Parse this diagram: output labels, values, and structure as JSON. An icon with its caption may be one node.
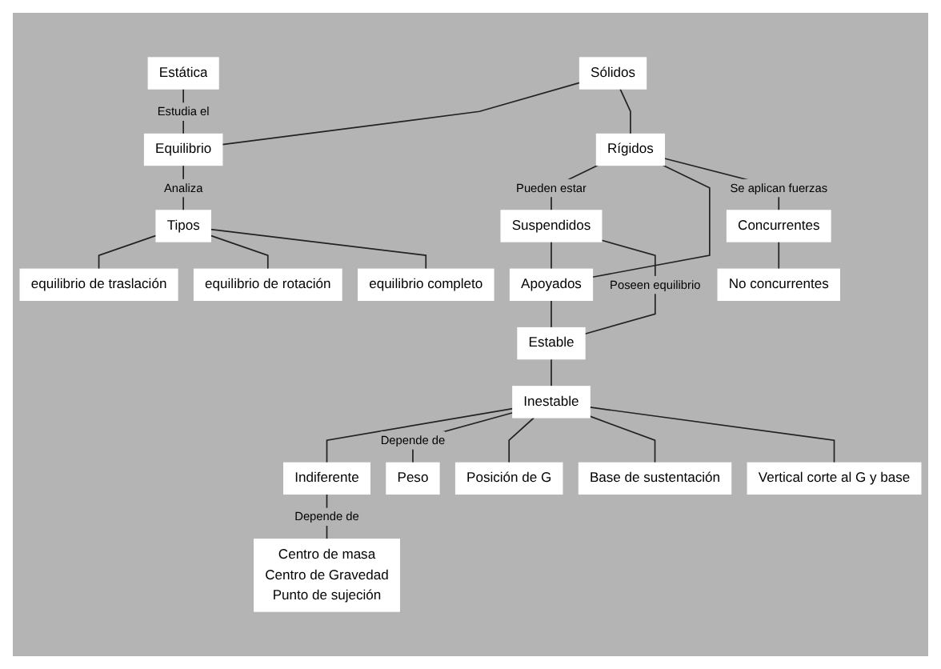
{
  "diagram": {
    "nodes": [
      {
        "text": [
          "Estática"
        ]
      },
      {
        "text": [
          "Sólidos"
        ]
      },
      {
        "text": [
          "Equilibrio"
        ]
      },
      {
        "text": [
          "Tipos"
        ]
      },
      {
        "text": [
          "equilibrio de traslación"
        ]
      },
      {
        "text": [
          "equilibrio de rotación"
        ]
      },
      {
        "text": [
          "equilibrio completo"
        ]
      },
      {
        "text": [
          "Rígidos"
        ]
      },
      {
        "text": [
          "Suspendidos"
        ]
      },
      {
        "text": [
          "Apoyados"
        ]
      },
      {
        "text": [
          "Concurrentes"
        ]
      },
      {
        "text": [
          "No concurrentes"
        ]
      },
      {
        "text": [
          "Estable"
        ]
      },
      {
        "text": [
          "Inestable"
        ]
      },
      {
        "text": [
          "Indiferente"
        ]
      },
      {
        "text": [
          "Peso"
        ]
      },
      {
        "text": [
          "Posición de G"
        ]
      },
      {
        "text": [
          "Base de sustentación"
        ]
      },
      {
        "text": [
          "Vertical corte al G y base"
        ]
      },
      {
        "text": [
          "Centro de masa",
          "Centro de Gravedad",
          "Punto de sujeción"
        ]
      }
    ],
    "edges": [
      {
        "from": 0,
        "to": 2,
        "arrow": "none",
        "label": "Estudia el"
      },
      {
        "from": 1,
        "to": 2,
        "arrow": "none"
      },
      {
        "from": 2,
        "to": 3,
        "arrow": "none",
        "label": "Analiza"
      },
      {
        "from": 3,
        "to": 4,
        "arrow": "none"
      },
      {
        "from": 3,
        "to": 5,
        "arrow": "none"
      },
      {
        "from": 3,
        "to": 6,
        "arrow": "none"
      },
      {
        "from": 1,
        "to": 7,
        "arrow": "none"
      },
      {
        "from": 7,
        "to": 8,
        "arrow": "none",
        "label": "Pueden estar"
      },
      {
        "from": 7,
        "to": 9,
        "arrow": "none"
      },
      {
        "from": 8,
        "to": 9,
        "arrow": "none"
      },
      {
        "from": 7,
        "to": 10,
        "arrow": "none",
        "label": "Se aplican fuerzas"
      },
      {
        "from": 10,
        "to": 11,
        "arrow": "none"
      },
      {
        "from": 8,
        "to": 12,
        "arrow": "none",
        "label": "Poseen equilibrio"
      },
      {
        "from": 9,
        "to": 12,
        "arrow": "none"
      },
      {
        "from": 12,
        "to": 13,
        "arrow": "none"
      },
      {
        "from": 13,
        "to": 14,
        "arrow": "none"
      },
      {
        "from": 13,
        "to": 15,
        "arrow": "none",
        "label": "Depende de"
      },
      {
        "from": 13,
        "to": 16,
        "arrow": "none"
      },
      {
        "from": 13,
        "to": 17,
        "arrow": "none"
      },
      {
        "from": 13,
        "to": 18,
        "arrow": "none"
      },
      {
        "from": 14,
        "to": 19,
        "arrow": "none",
        "label": "Depende de"
      }
    ]
  }
}
